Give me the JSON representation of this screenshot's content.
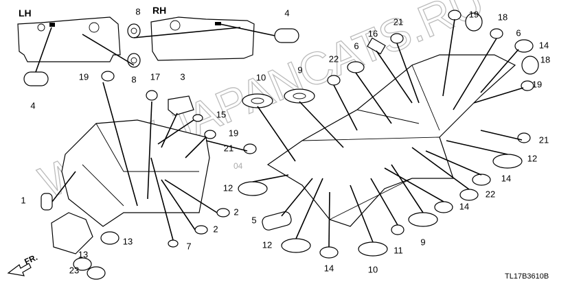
{
  "diagram": {
    "headers": {
      "lh": "LH",
      "rh": "RH"
    },
    "watermark": "WWW.JAPANCATS.RU",
    "watermark_small": "04",
    "front_arrow": "FR.",
    "code": "TL17B3610B",
    "callouts": [
      "8",
      "8",
      "4",
      "4",
      "19",
      "17",
      "3",
      "15",
      "19",
      "21",
      "1",
      "2",
      "2",
      "7",
      "13",
      "13",
      "23",
      "5",
      "12",
      "12",
      "14",
      "10",
      "11",
      "9",
      "14",
      "22",
      "14",
      "12",
      "21",
      "19",
      "18",
      "14",
      "6",
      "18",
      "19",
      "21",
      "16",
      "6",
      "22",
      "9",
      "10"
    ]
  }
}
